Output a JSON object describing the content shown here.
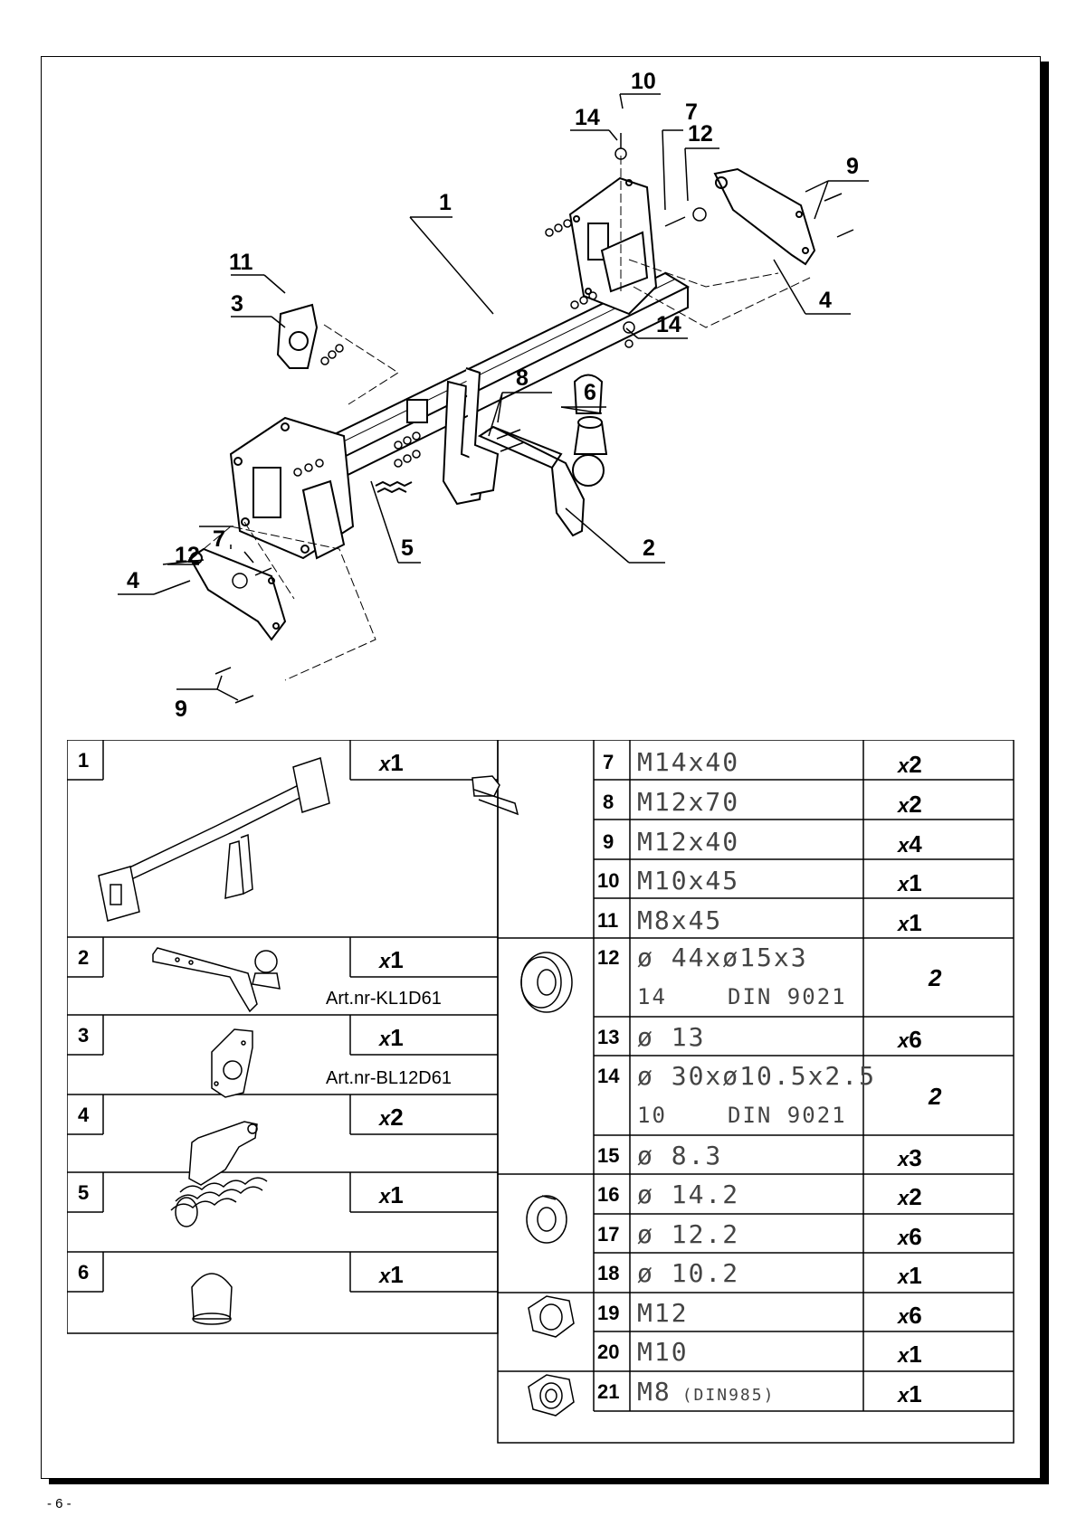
{
  "callouts": {
    "c1": "1",
    "c2": "2",
    "c3": "3",
    "c4a": "4",
    "c4b": "4",
    "c5": "5",
    "c6": "6",
    "c7a": "7",
    "c7b": "7",
    "c8": "8",
    "c9a": "9",
    "c9b": "9",
    "c10": "10",
    "c11": "11",
    "c12a": "12",
    "c12b": "12",
    "c14a": "14",
    "c14b": "14"
  },
  "left_table": [
    {
      "num": "1",
      "qty_prefix": "x",
      "qty": "1",
      "art": ""
    },
    {
      "num": "2",
      "qty_prefix": "x",
      "qty": "1",
      "art": "Art.nr-KL1D61"
    },
    {
      "num": "3",
      "qty_prefix": "x",
      "qty": "1",
      "art": "Art.nr-BL12D61"
    },
    {
      "num": "4",
      "qty_prefix": "x",
      "qty": "2",
      "art": ""
    },
    {
      "num": "5",
      "qty_prefix": "x",
      "qty": "1",
      "art": ""
    },
    {
      "num": "6",
      "qty_prefix": "x",
      "qty": "1",
      "art": ""
    }
  ],
  "right_table": [
    {
      "num": "7",
      "spec": "M14x40",
      "qty_prefix": "x",
      "qty": "2"
    },
    {
      "num": "8",
      "spec": "M12x70",
      "qty_prefix": "x",
      "qty": "2"
    },
    {
      "num": "9",
      "spec": "M12x40",
      "qty_prefix": "x",
      "qty": "4"
    },
    {
      "num": "10",
      "spec": "M10x45",
      "qty_prefix": "x",
      "qty": "1"
    },
    {
      "num": "11",
      "spec": "M8x45",
      "qty_prefix": "x",
      "qty": "1"
    },
    {
      "num": "12",
      "spec": "ø 44xø15x3",
      "spec2_a": "14",
      "spec2_b": "DIN 9021",
      "qty_prefix": "",
      "qty": "2"
    },
    {
      "num": "13",
      "spec": "ø 13",
      "qty_prefix": "x",
      "qty": "6"
    },
    {
      "num": "14",
      "spec": "ø 30xø10.5x2.5",
      "spec2_a": "10",
      "spec2_b": "DIN 9021",
      "qty_prefix": "",
      "qty": "2"
    },
    {
      "num": "15",
      "spec": "ø 8.3",
      "qty_prefix": "x",
      "qty": "3"
    },
    {
      "num": "16",
      "spec": "ø 14.2",
      "qty_prefix": "x",
      "qty": "2"
    },
    {
      "num": "17",
      "spec": "ø 12.2",
      "qty_prefix": "x",
      "qty": "6"
    },
    {
      "num": "18",
      "spec": "ø 10.2",
      "qty_prefix": "x",
      "qty": "1"
    },
    {
      "num": "19",
      "spec": "M12",
      "qty_prefix": "x",
      "qty": "6"
    },
    {
      "num": "20",
      "spec": "M10",
      "qty_prefix": "x",
      "qty": "1"
    },
    {
      "num": "21",
      "spec": "M8",
      "spec_small": "(DIN985)",
      "qty_prefix": "x",
      "qty": "1"
    }
  ],
  "footer": {
    "page": "- 6 -"
  }
}
